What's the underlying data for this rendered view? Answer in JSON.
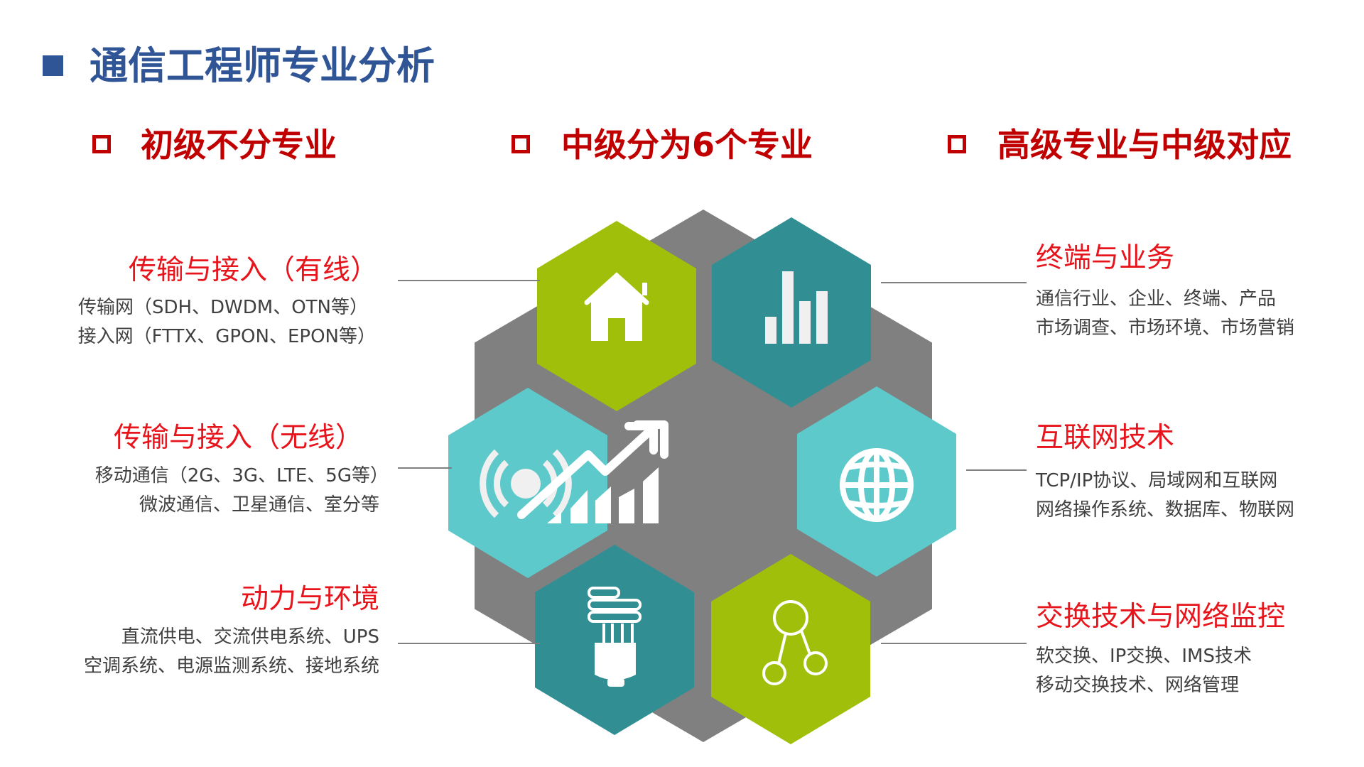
{
  "title": "通信工程师专业分析",
  "levels": [
    "初级不分专业",
    "中级分为6个专业",
    "高级专业与中级对应"
  ],
  "left": [
    {
      "heading": "传输与接入（有线）",
      "lines": [
        "传输网（SDH、DWDM、OTN等）",
        "接入网（FTTX、GPON、EPON等）"
      ]
    },
    {
      "heading": "传输与接入（无线）",
      "lines": [
        "移动通信（2G、3G、LTE、5G等）",
        "微波通信、卫星通信、室分等"
      ]
    },
    {
      "heading": "动力与环境",
      "lines": [
        "直流供电、交流供电系统、UPS",
        "空调系统、电源监测系统、接地系统"
      ]
    }
  ],
  "right": [
    {
      "heading": "终端与业务",
      "lines": [
        "通信行业、企业、终端、产品",
        "市场调查、市场环境、市场营销"
      ]
    },
    {
      "heading": "互联网技术",
      "lines": [
        "TCP/IP协议、局域网和互联网",
        "网络操作系统、数据库、物联网"
      ]
    },
    {
      "heading": "交换技术与网络监控",
      "lines": [
        "软交换、IP交换、IMS技术",
        "移动交换技术、网络管理"
      ]
    }
  ],
  "colors": {
    "title": "#2f5597",
    "level": "#c00000",
    "heading": "#e8141c",
    "green": "#a0bf0a",
    "teal": "#318f93",
    "aqua": "#5ec9cb",
    "gray": "#808080"
  }
}
